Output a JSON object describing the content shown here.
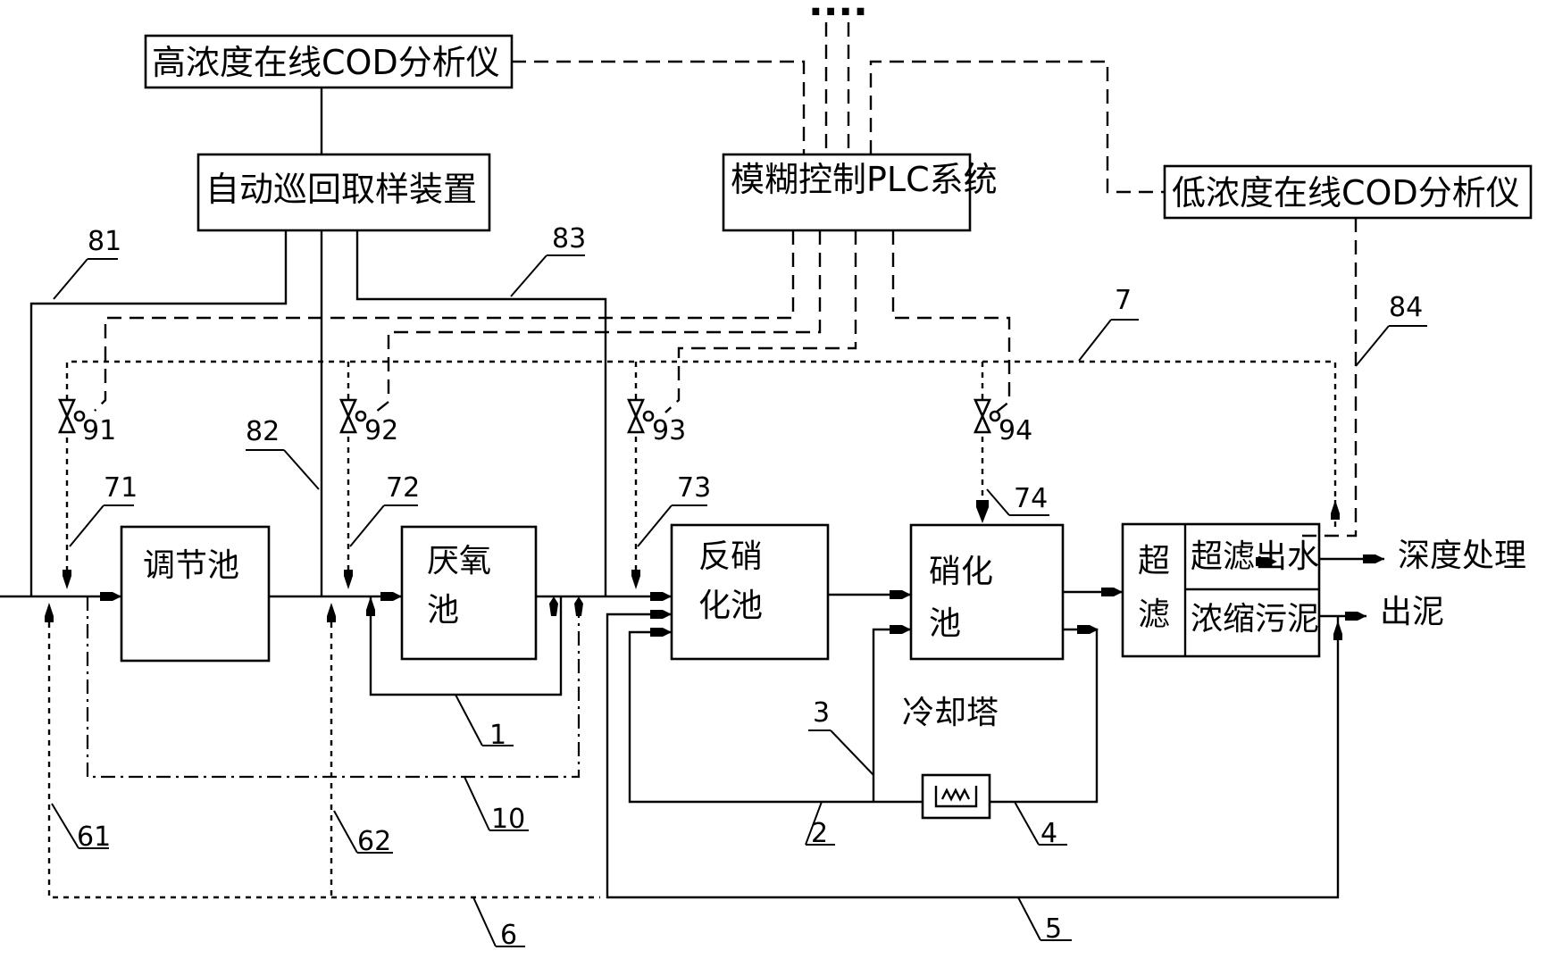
{
  "labels": {
    "cod_high": "高浓度在线COD分析仪",
    "sampler": "自动巡回取样装置",
    "plc": "模糊控制PLC系统",
    "cod_low": "低浓度在线COD分析仪",
    "tiaojie": "调节池",
    "yanyang_1": "厌氧",
    "yanyang_2": "池",
    "fanxiao_1": "反硝",
    "fanxiao_2": "化池",
    "xiaohua_1": "硝化",
    "xiaohua_2": "池",
    "chaolv_1": "超",
    "chaolv_2": "滤",
    "chaolv_out": "超滤出水",
    "nongsuo": "浓缩污泥",
    "shendu": "深度处理",
    "chuni": "出泥",
    "lengque": "冷却塔",
    "dots": "····"
  },
  "refs": {
    "n81": "81",
    "n82": "82",
    "n83": "83",
    "n84": "84",
    "n7": "7",
    "n91": "91",
    "n92": "92",
    "n93": "93",
    "n94": "94",
    "n71": "71",
    "n72": "72",
    "n73": "73",
    "n74": "74",
    "n1": "1",
    "n2": "2",
    "n3": "3",
    "n4": "4",
    "n5": "5",
    "n6": "6",
    "n10": "10",
    "n61": "61",
    "n62": "62"
  }
}
